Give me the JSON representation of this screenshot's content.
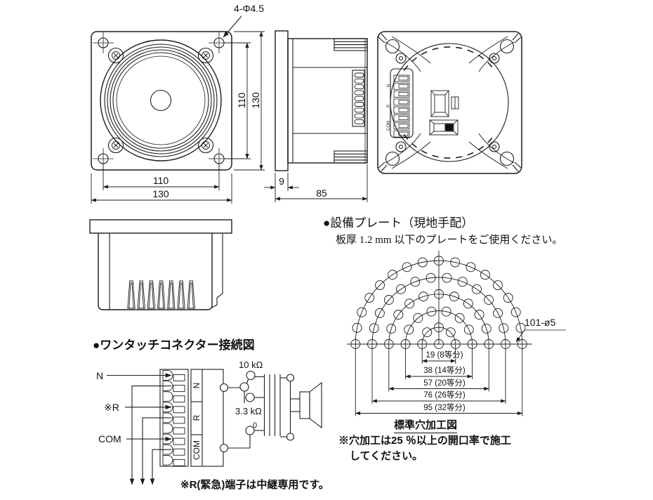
{
  "front_view": {
    "corner_hole_label": "4-Φ4.5",
    "dim_width_inner": "110",
    "dim_width_outer": "130",
    "dim_height_inner": "110",
    "dim_height_outer": "130"
  },
  "side_view": {
    "dim_flange_thickness": "9",
    "dim_depth": "85"
  },
  "back_view": {
    "terminal_labels": [
      "N",
      "R",
      "COM"
    ]
  },
  "plate_note": {
    "title": "●設備プレート（現地手配）",
    "body": "板厚 1.2 mm 以下のプレートをご使用ください。"
  },
  "hole_pattern": {
    "holes_label": "101-ø5",
    "title": "標準穴加工図",
    "note_line1": "※穴加工は25 ％以上の開口率で施工",
    "note_line2": "してください。",
    "rings": [
      {
        "diameter_mm": 19,
        "divisions": 8,
        "label": "19 (8等分)"
      },
      {
        "diameter_mm": 38,
        "divisions": 14,
        "label": "38 (14等分)"
      },
      {
        "diameter_mm": 57,
        "divisions": 20,
        "label": "57 (20等分)"
      },
      {
        "diameter_mm": 76,
        "divisions": 26,
        "label": "76 (26等分)"
      },
      {
        "diameter_mm": 95,
        "divisions": 32,
        "label": "95 (32等分)"
      }
    ]
  },
  "connector_diagram": {
    "title": "●ワンタッチコネクター接続図",
    "wire_label_n": "N",
    "wire_label_r": "※R",
    "wire_label_com": "COM",
    "section_labels": [
      "N",
      "R",
      "COM"
    ],
    "resistor_top": "10 kΩ",
    "resistor_bottom": "3.3 kΩ",
    "tap_zero": "0",
    "footnote": "※R(緊急)端子は中継専用です。"
  },
  "colors": {
    "line": "#1c1c1c",
    "text": "#111111",
    "background": "#ffffff"
  }
}
